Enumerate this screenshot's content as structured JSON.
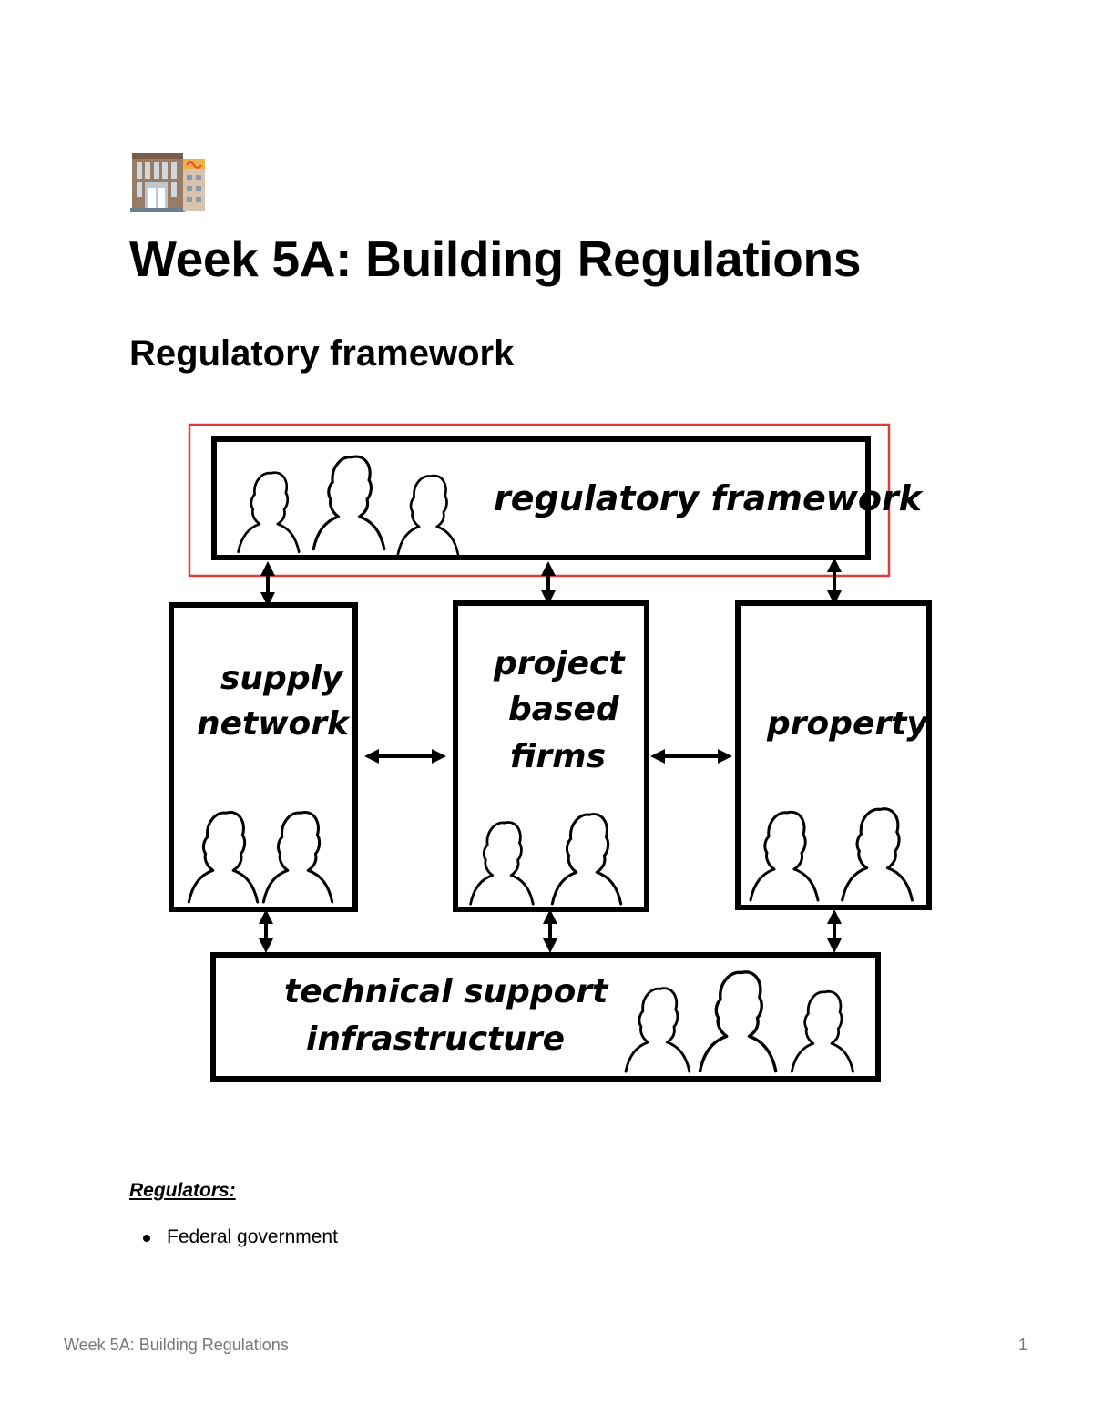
{
  "document": {
    "title": "Week 5A: Building Regulations",
    "section_heading": "Regulatory framework",
    "page_icon": "office-building-icon"
  },
  "diagram": {
    "highlight_color": "#e03c3c",
    "boxes": {
      "regulatory": "regulatory framework",
      "supply_line1": "supply",
      "supply_line2": "network",
      "project_line1": "project",
      "project_line2": "based",
      "project_line3": "firms",
      "property": "property",
      "technical_line1": "technical support",
      "technical_line2": "infrastructure"
    }
  },
  "notes": {
    "regulators_label": "Regulators:",
    "regulators": [
      "Federal government"
    ]
  },
  "footer": {
    "title": "Week 5A: Building Regulations",
    "page_number": "1"
  }
}
